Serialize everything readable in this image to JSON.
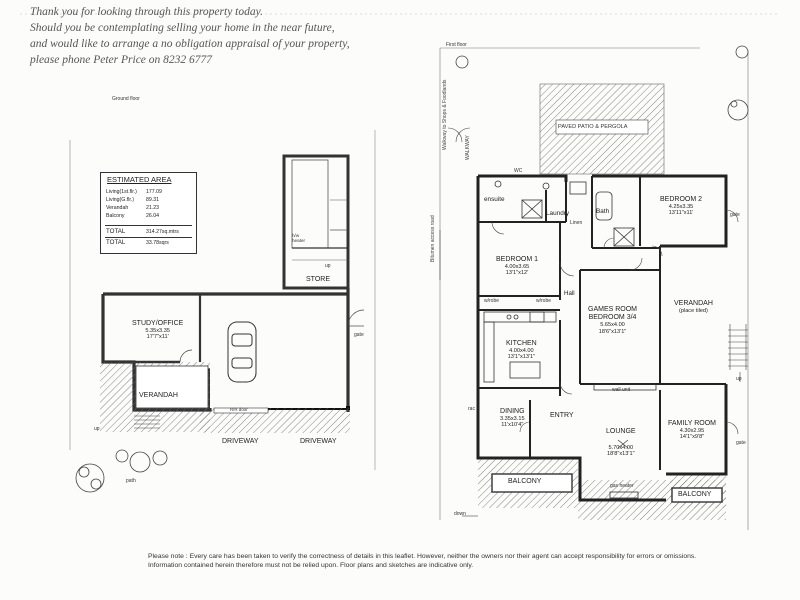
{
  "header": {
    "line1": "Thank you for looking through this property today.",
    "line2": "Should you be contemplating selling your home in the near future,",
    "line3": "and would like to arrange a no obligation appraisal of your property,",
    "line4": "please phone Peter Price on 8232 6777"
  },
  "left_plan": {
    "floor_label": "Ground floor",
    "estimated_area": {
      "title": "ESTIMATED AREA",
      "rows": [
        {
          "label": "Living(1st.flr.)",
          "value": "177.09"
        },
        {
          "label": "Living(G.flr.)",
          "value": "89.31"
        },
        {
          "label": "Verandah",
          "value": "21.23"
        },
        {
          "label": "Balcony",
          "value": "26.04"
        }
      ],
      "total1_label": "TOTAL",
      "total1_value": "314.27sq.mtrs",
      "total2_label": "TOTAL",
      "total2_value": "33.78sqrs"
    },
    "rooms": {
      "study": "STUDY/OFFICE",
      "study_dim": "5.35x3.35",
      "study_dim2": "17'7\"x11'",
      "store": "STORE",
      "hw_heater": "h/w heater",
      "verandah": "VERANDAH",
      "driveway1": "DRIVEWAY",
      "driveway2": "DRIVEWAY",
      "gate": "gate",
      "up": "up",
      "up2": "up",
      "path": "path",
      "roller_door": "R/R door"
    }
  },
  "right_plan": {
    "floor_label": "First floor",
    "walkway": "Walkway to Shops & Foodlands",
    "access": "Bitumen access road",
    "walkway2": "WALKWAY",
    "rooms": {
      "patio": "PAVED PATIO & PERGOLA",
      "wc": "WC",
      "ensuite": "ensuite",
      "laundry": "Laundry",
      "linen": "Linen",
      "bath": "Bath",
      "bed2": "BEDROOM 2",
      "bed2_dim": "4.25x3.35",
      "bed2_dim2": "13'11\"x11'",
      "bed1": "BEDROOM 1",
      "bed1_dim": "4.00x3.65",
      "bed1_dim2": "13'1\"x12'",
      "wrobe1": "w/robe",
      "wrobe2": "w/robe",
      "hall": "Hall",
      "games": "GAMES ROOM",
      "games2": "BEDROOM 3/4",
      "games_dim": "5.65x4.00",
      "games_dim2": "18'6\"x13'1\"",
      "verandah": "VERANDAH",
      "verandah_note": "(place tiled)",
      "kitchen": "KITCHEN",
      "kitchen_dim": "4.00x4.00",
      "kitchen_dim2": "13'1\"x13'1\"",
      "wall_unit": "wall unit",
      "family": "FAMILY ROOM",
      "family_dim": "4.30x2.95",
      "family_dim2": "14'1\"x9'8\"",
      "dining": "DINING",
      "dining_dim": "3.35x3.15",
      "dining_dim2": "11'x10'4\"",
      "entry": "ENTRY",
      "lounge": "LOUNGE",
      "lounge_dim": "5.70x4.00",
      "lounge_dim2": "18'8\"x13'1\"",
      "gas_heater": "gas heater",
      "balcony1": "BALCONY",
      "balcony2": "BALCONY",
      "gate1": "gate",
      "gate2": "gate",
      "up": "up",
      "down": "down",
      "rac": "rac"
    }
  },
  "footer": {
    "note": "Please note : Every care has been taken to verify the correctness of details in this leaflet. However, neither the owners nor their agent can accept responsibility for errors or omissions. Information contained herein therefore must not be relied upon. Floor plans and sketches are indicative only."
  }
}
